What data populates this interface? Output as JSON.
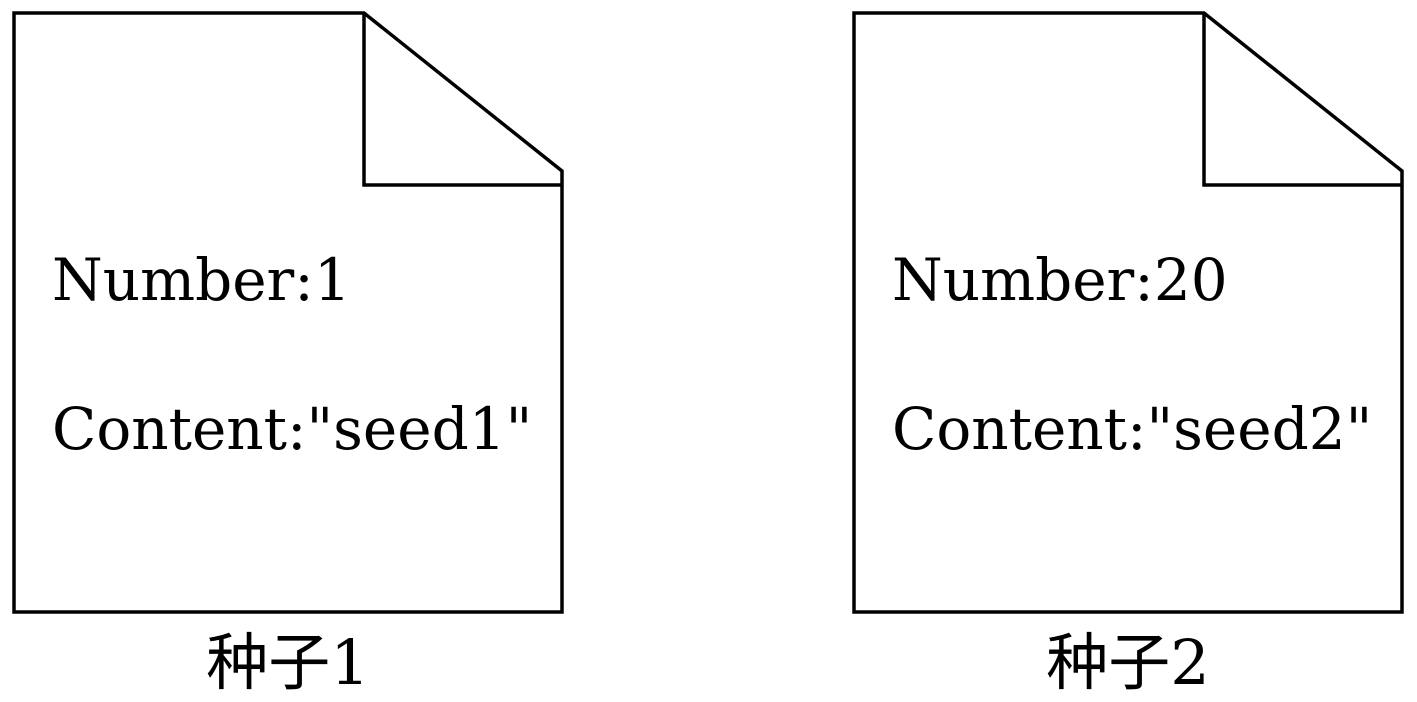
{
  "seeds": [
    {
      "number_text": "Number:1",
      "content_text": "Content:\"seed1\"",
      "caption": "种子1"
    },
    {
      "number_text": "Number:20",
      "content_text": "Content:\"seed2\"",
      "caption": "种子2"
    }
  ]
}
